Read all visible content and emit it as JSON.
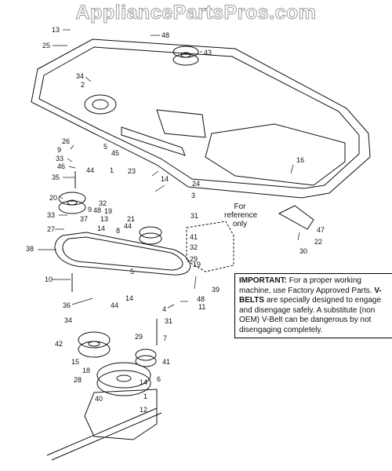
{
  "watermark": "AppliancePartsPros.com",
  "reference_note": [
    "For",
    "reference",
    "only"
  ],
  "important_note": {
    "heading": "IMPORTANT:",
    "line1": " For a proper working machine, use Factory Approved Parts.",
    "vbelt_heading": "V-BELTS",
    "line2": " are specially designed to engage and disengage safely. A substitute (non OEM) V-Belt can be dangerous by not disengaging completely."
  },
  "callouts": [
    {
      "id": "c13",
      "text": "13"
    },
    {
      "id": "c25",
      "text": "25"
    },
    {
      "id": "c48a",
      "text": "48"
    },
    {
      "id": "c43",
      "text": "43"
    },
    {
      "id": "c34a",
      "text": "34"
    },
    {
      "id": "c2",
      "text": "2"
    },
    {
      "id": "c26",
      "text": "26"
    },
    {
      "id": "c9a",
      "text": "9"
    },
    {
      "id": "c33a",
      "text": "33"
    },
    {
      "id": "c46",
      "text": "46"
    },
    {
      "id": "c35",
      "text": "35"
    },
    {
      "id": "c5a",
      "text": "5"
    },
    {
      "id": "c45",
      "text": "45"
    },
    {
      "id": "c44a",
      "text": "44"
    },
    {
      "id": "c1a",
      "text": "1"
    },
    {
      "id": "c23",
      "text": "23"
    },
    {
      "id": "c14a",
      "text": "14"
    },
    {
      "id": "c24",
      "text": "24"
    },
    {
      "id": "c20",
      "text": "20"
    },
    {
      "id": "c3",
      "text": "3"
    },
    {
      "id": "c9b",
      "text": "9"
    },
    {
      "id": "c32a",
      "text": "32"
    },
    {
      "id": "c48b",
      "text": "48"
    },
    {
      "id": "c19a",
      "text": "19"
    },
    {
      "id": "c31a",
      "text": "31"
    },
    {
      "id": "c33b",
      "text": "33"
    },
    {
      "id": "c13b",
      "text": "13"
    },
    {
      "id": "c21",
      "text": "21"
    },
    {
      "id": "c27",
      "text": "27"
    },
    {
      "id": "c37",
      "text": "37"
    },
    {
      "id": "c14b",
      "text": "14"
    },
    {
      "id": "c44b",
      "text": "44"
    },
    {
      "id": "c8",
      "text": "8"
    },
    {
      "id": "c41a",
      "text": "41"
    },
    {
      "id": "c16",
      "text": "16"
    },
    {
      "id": "c47",
      "text": "47"
    },
    {
      "id": "c22",
      "text": "22"
    },
    {
      "id": "c30",
      "text": "30"
    },
    {
      "id": "c38",
      "text": "38"
    },
    {
      "id": "c32b",
      "text": "32"
    },
    {
      "id": "c29a",
      "text": "29"
    },
    {
      "id": "c19b",
      "text": "19"
    },
    {
      "id": "c5b",
      "text": "5"
    },
    {
      "id": "c39",
      "text": "39"
    },
    {
      "id": "c10",
      "text": "10"
    },
    {
      "id": "c48c",
      "text": "48"
    },
    {
      "id": "c11",
      "text": "11"
    },
    {
      "id": "c36",
      "text": "36"
    },
    {
      "id": "c14c",
      "text": "14"
    },
    {
      "id": "c4",
      "text": "4"
    },
    {
      "id": "c44c",
      "text": "44"
    },
    {
      "id": "c34b",
      "text": "34"
    },
    {
      "id": "c31b",
      "text": "31"
    },
    {
      "id": "c7",
      "text": "7"
    },
    {
      "id": "c42",
      "text": "42"
    },
    {
      "id": "c29b",
      "text": "29"
    },
    {
      "id": "c15",
      "text": "15"
    },
    {
      "id": "c18",
      "text": "18"
    },
    {
      "id": "c41b",
      "text": "41"
    },
    {
      "id": "c28",
      "text": "28"
    },
    {
      "id": "c14d",
      "text": "14"
    },
    {
      "id": "c6",
      "text": "6"
    },
    {
      "id": "c40",
      "text": "40"
    },
    {
      "id": "c1b",
      "text": "1"
    },
    {
      "id": "c12",
      "text": "12"
    }
  ]
}
